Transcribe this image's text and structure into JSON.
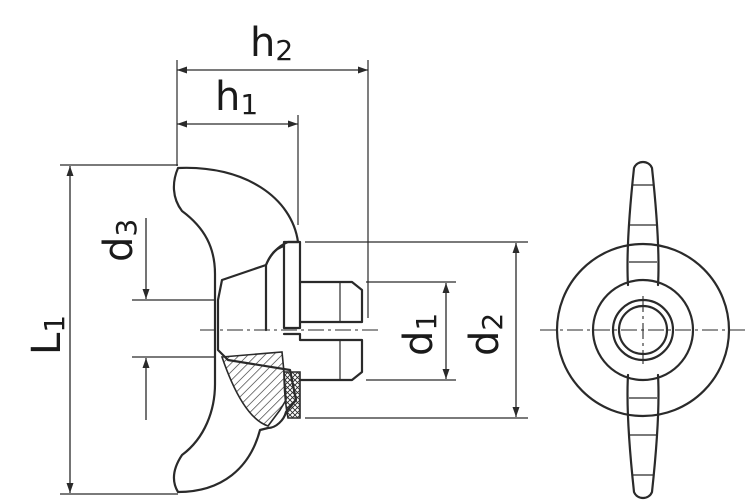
{
  "dimensions": {
    "h2": {
      "main": "h",
      "sub": "2"
    },
    "h1": {
      "main": "h",
      "sub": "1"
    },
    "d3": {
      "main": "d",
      "sub": "3"
    },
    "L1": {
      "main": "L",
      "sub": "1"
    },
    "d1": {
      "main": "d",
      "sub": "1"
    },
    "d2": {
      "main": "d",
      "sub": "2"
    }
  },
  "colors": {
    "line": "#2a2a2a",
    "background": "#ffffff"
  }
}
